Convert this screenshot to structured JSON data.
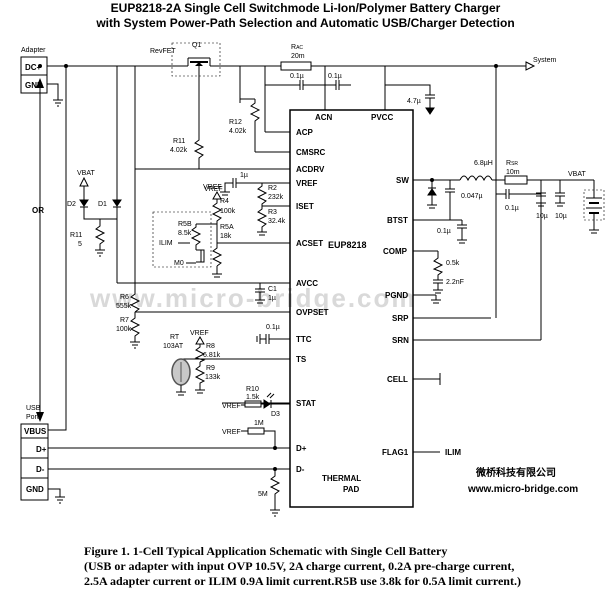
{
  "title_line1": "EUP8218-2A Single Cell Switchmode Li-Ion/Polymer Battery Charger",
  "title_line2": "with System Power-Path Selection and Automatic USB/Charger Detection",
  "chip": {
    "name": "EUP8218",
    "left_pins": [
      "ACP",
      "CMSRC",
      "ACDRV",
      "VREF",
      "ISET",
      "ACSET",
      "AVCC",
      "OVPSET",
      "TTC",
      "TS",
      "STAT",
      "D+",
      "D-"
    ],
    "right_pins": [
      "SW",
      "BTST",
      "COMP",
      "PGND",
      "SRP",
      "SRN",
      "CELL",
      "FLAG1"
    ],
    "top_pins": [
      "ACN",
      "PVCC"
    ],
    "pad_label": [
      "THERMAL",
      "PAD"
    ]
  },
  "adapter": {
    "label": "Adapter",
    "pins": [
      "DC+",
      "GND"
    ]
  },
  "usb": {
    "label": [
      "USB",
      "Port"
    ],
    "pins": [
      "VBUS",
      "D+",
      "D-",
      "GND"
    ]
  },
  "or_label": "OR",
  "nets": {
    "system": "System",
    "vbat_top": "VBAT",
    "vbat_right": "VBAT",
    "vref": "VREF",
    "ilim": "ILIM",
    "m0": "M0"
  },
  "components": {
    "revfet": "RevFET",
    "q1": "Q1",
    "rac": [
      "R",
      "AC",
      "20m"
    ],
    "rsr": [
      "R",
      "SR",
      "10m"
    ],
    "r12": [
      "R12",
      "4.02k"
    ],
    "r11": [
      "R11",
      "4.02k"
    ],
    "r11b": [
      "R11",
      "5"
    ],
    "d1": "D1",
    "d2": "D2",
    "r2": [
      "R2",
      "232k"
    ],
    "r3": [
      "R3",
      "32.4k"
    ],
    "r4": [
      "R4",
      "100k"
    ],
    "r5a": [
      "R5A",
      "18k"
    ],
    "r5b": [
      "R5B",
      "8.5k"
    ],
    "r6": [
      "R6",
      "555k"
    ],
    "r7": [
      "R7",
      "100k"
    ],
    "c1": [
      "C1",
      "1µ"
    ],
    "rt": [
      "RT",
      "103AT"
    ],
    "r8": [
      "R8",
      "6.81k"
    ],
    "r9": [
      "R9",
      "133k"
    ],
    "r10": [
      "R10",
      "1.5k"
    ],
    "d3": "D3",
    "r1m": "1M",
    "r5m": "5M",
    "inductor": "6.8µH",
    "c_01a": "0.1µ",
    "c_01b": "0.1µ",
    "c_vref": "1µ",
    "c_pvcc": "4.7µ",
    "c_sw": "0.047µ",
    "c_srn": "0.1µ",
    "c_btst": "0.1µ",
    "c_ttc": "0.1µ",
    "c_comp_r": "0.5k",
    "c_comp_c": "2.2nF",
    "c_bat1": "10µ",
    "c_bat2": "10µ"
  },
  "watermark": "www.micro-bridge.com",
  "company_cn": "微桥科技有限公司",
  "company_url": "www.micro-bridge.com",
  "caption": {
    "title": "Figure 1. 1-Cell Typical Application Schematic with Single Cell Battery",
    "line1": "(USB or adapter with input OVP 10.5V, 2A charge current, 0.2A pre-charge current,",
    "line2": "2.5A adapter current or ILIM 0.9A limit current.R5B use 3.8k for 0.5A limit current.)"
  }
}
